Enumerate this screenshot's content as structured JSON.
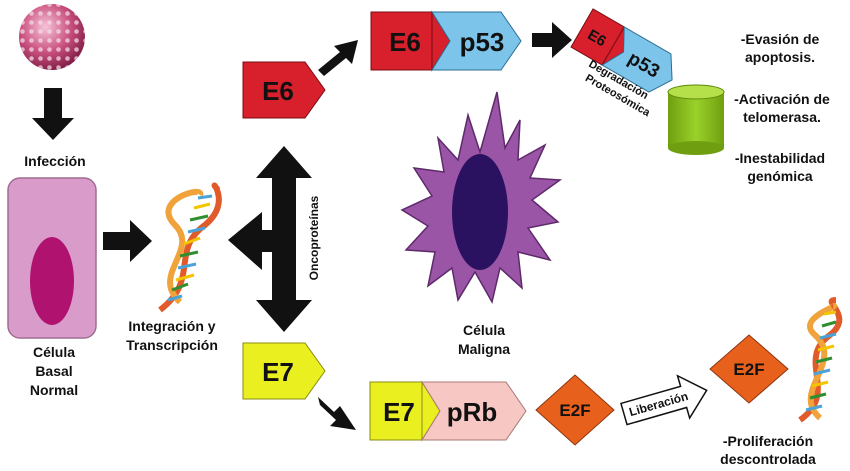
{
  "labels": {
    "infection": "Infección",
    "basal_cell": [
      "Célula",
      "Basal",
      "Normal"
    ],
    "integration": [
      "Integración y",
      "Transcripción"
    ],
    "oncoproteins": "Oncoproteínas",
    "malignant_cell": [
      "Célula",
      "Maligna"
    ],
    "degradation": [
      "Degradación",
      "Proteosómica"
    ],
    "release": "Liberación"
  },
  "boxes": {
    "e6": "E6",
    "e6_complex": "E6",
    "p53": "p53",
    "e6_degraded": "E6",
    "p53_degraded": "p53",
    "e7": "E7",
    "e7_complex": "E7",
    "prb": "pRb",
    "e2f_bound": "E2F",
    "e2f_free": "E2F"
  },
  "effects_e6": [
    "-Evasión de",
    "apoptosis.",
    "-Activación de",
    "telomerasa.",
    "-Inestabilidad",
    "genómica"
  ],
  "effects_e7": [
    "-Proliferación",
    "descontrolada"
  ],
  "colors": {
    "e6_red": "#d81f2c",
    "p53_blue": "#7cc4ea",
    "e7_yellow": "#eaf01f",
    "prb_pink": "#f7c7c3",
    "e2f_orange": "#e8611c",
    "proteasome_green": "#8ac11a",
    "basal_cell_pink": "#d99bc9",
    "nucleus_magenta": "#b0126f",
    "malignant_purple": "#9a55a6",
    "malignant_nucleus": "#2b1260",
    "arrow_black": "#111111"
  }
}
